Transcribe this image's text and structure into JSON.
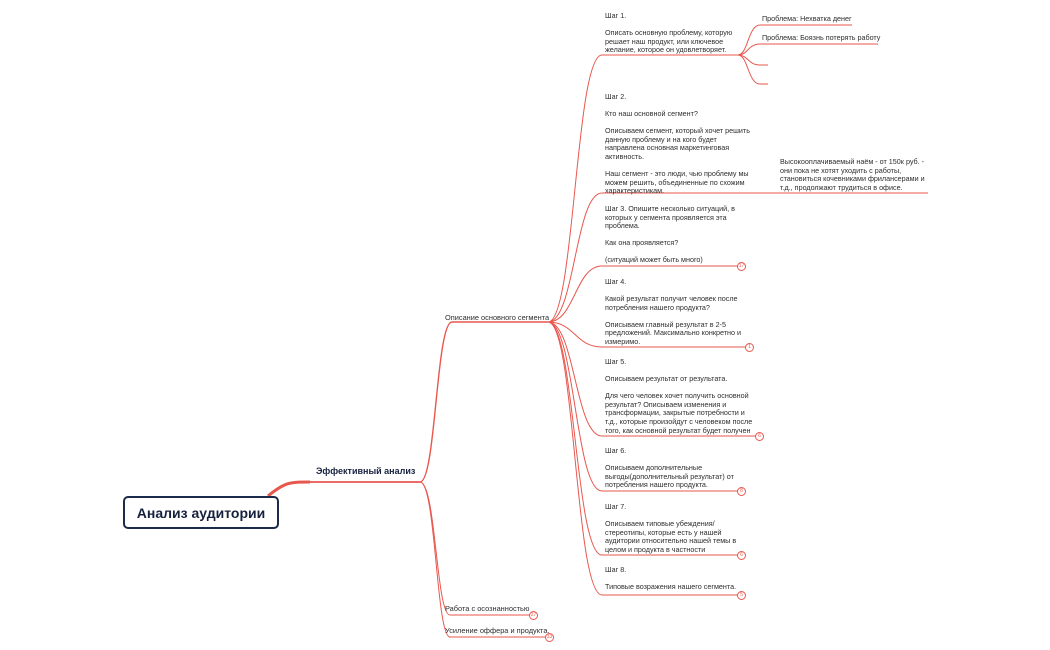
{
  "colors": {
    "line": "#e8574e",
    "root_border": "#1c2b4a",
    "text": "#2e2e2e"
  },
  "root": {
    "label": "Анализ аудитории"
  },
  "branch": {
    "label": "Эффективный анализ"
  },
  "sub": {
    "segment": "Описание основного сегмента",
    "awareness": "Работа с осознанностью",
    "offer": "Усиление оффера и продукта."
  },
  "steps": {
    "s1": {
      "title": "Шаг 1.",
      "lines": [
        "Описать основную проблему, которую решает наш продукт, или ключевое желание, которое он удовлетворяет."
      ]
    },
    "s2": {
      "title": "Шаг 2.",
      "lines": [
        "Кто наш основной сегмент?",
        "Описываем сегмент, который хочет решить данную проблему и на кого будет направлена основная маркетинговая активность.",
        "Наш сегмент - это люди, чью проблему мы можем решить, объединенные по схожим характеристикам."
      ]
    },
    "s3": {
      "lines": [
        "Шаг 3. Опишите несколько ситуаций, в которых у сегмента проявляется эта проблема.",
        "Как она проявляется?",
        "(ситуаций может быть много)"
      ]
    },
    "s4": {
      "title": "Шаг 4.",
      "lines": [
        "Какой результат получит человек после потребления нашего продукта?",
        "Описываем главный результат в 2-5 предложений. Максимально конкретно и измеримо."
      ]
    },
    "s5": {
      "title": "Шаг 5.",
      "lines": [
        "Описываем результат от результата.",
        "Для чего человек хочет получить основной результат? Описываем изменения и трансформации, закрытые потребности и т.д., которые произойдут с человеком после того, как основной результат будет получен"
      ]
    },
    "s6": {
      "title": "Шаг 6.",
      "lines": [
        "Описываем дополнительные выгоды(дополнительный результат) от потребления нашего продукта."
      ]
    },
    "s7": {
      "title": "Шаг 7.",
      "lines": [
        "Описываем типовые убеждения/стереотипы, которые есть у нашей аудитории относительно нашей темы в целом и продукта в частности"
      ]
    },
    "s8": {
      "title": "Шаг 8.",
      "lines": [
        "Типовые возражения нашего сегмента."
      ]
    }
  },
  "problems": {
    "p1": "Проблема: Нехватка денег",
    "p2": "Проблема: Боязнь потерять работу"
  },
  "segment_note": "Высокооплачиваемый наём - от 150к руб. - они пока не хотят уходить с работы, становиться кочевниками фрилансерами и т.д., продолжают трудиться в офисе.",
  "badges": {
    "s3": "17",
    "s4": "1",
    "s5": "6",
    "s6": "8",
    "s7": "6",
    "s8": "5",
    "awareness": "27",
    "offer": "33"
  }
}
